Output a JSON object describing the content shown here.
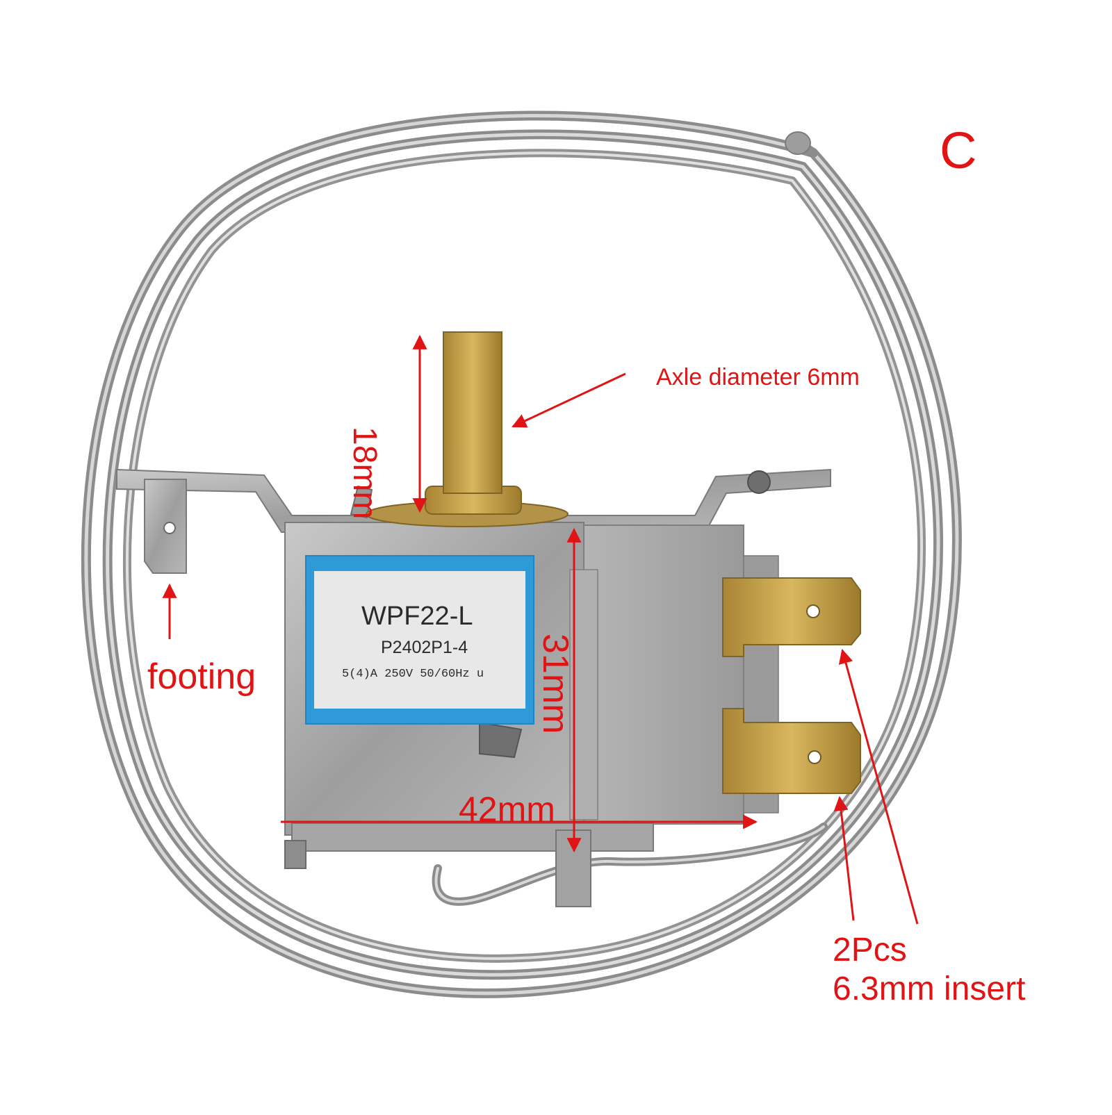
{
  "variant_letter": "C",
  "label": {
    "model": "WPF22-L",
    "part_number": "P2402P1-4",
    "rating": "5(4)A 250V 50/60Hz u"
  },
  "annotations": {
    "shaft_length": "18mm",
    "axle": "Axle diameter 6mm",
    "footing": "footing",
    "height": "31mm",
    "width": "42mm",
    "insert_count": "2Pcs",
    "insert_size": "6.3mm insert"
  },
  "colors": {
    "annotation_red": "#e01414",
    "label_blue": "#2f9ad8",
    "capillary_silver": "#a9a9a9",
    "brass": "#c8a24a",
    "housing_grey": "#a8a8a8"
  }
}
